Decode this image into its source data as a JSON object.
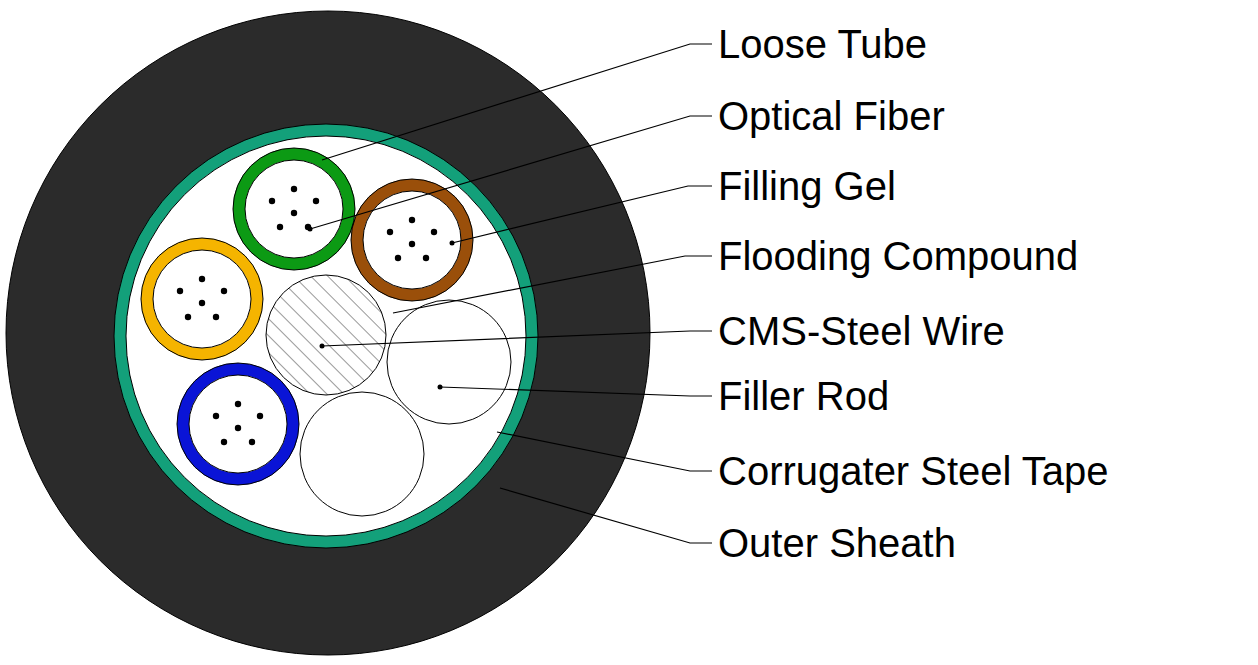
{
  "diagram": {
    "labels": [
      "Loose Tube",
      "Optical Fiber",
      "Filling Gel",
      "Flooding Compound",
      "CMS-Steel Wire",
      "Filler Rod",
      "Corrugater Steel Tape",
      "Outer Sheath"
    ]
  }
}
